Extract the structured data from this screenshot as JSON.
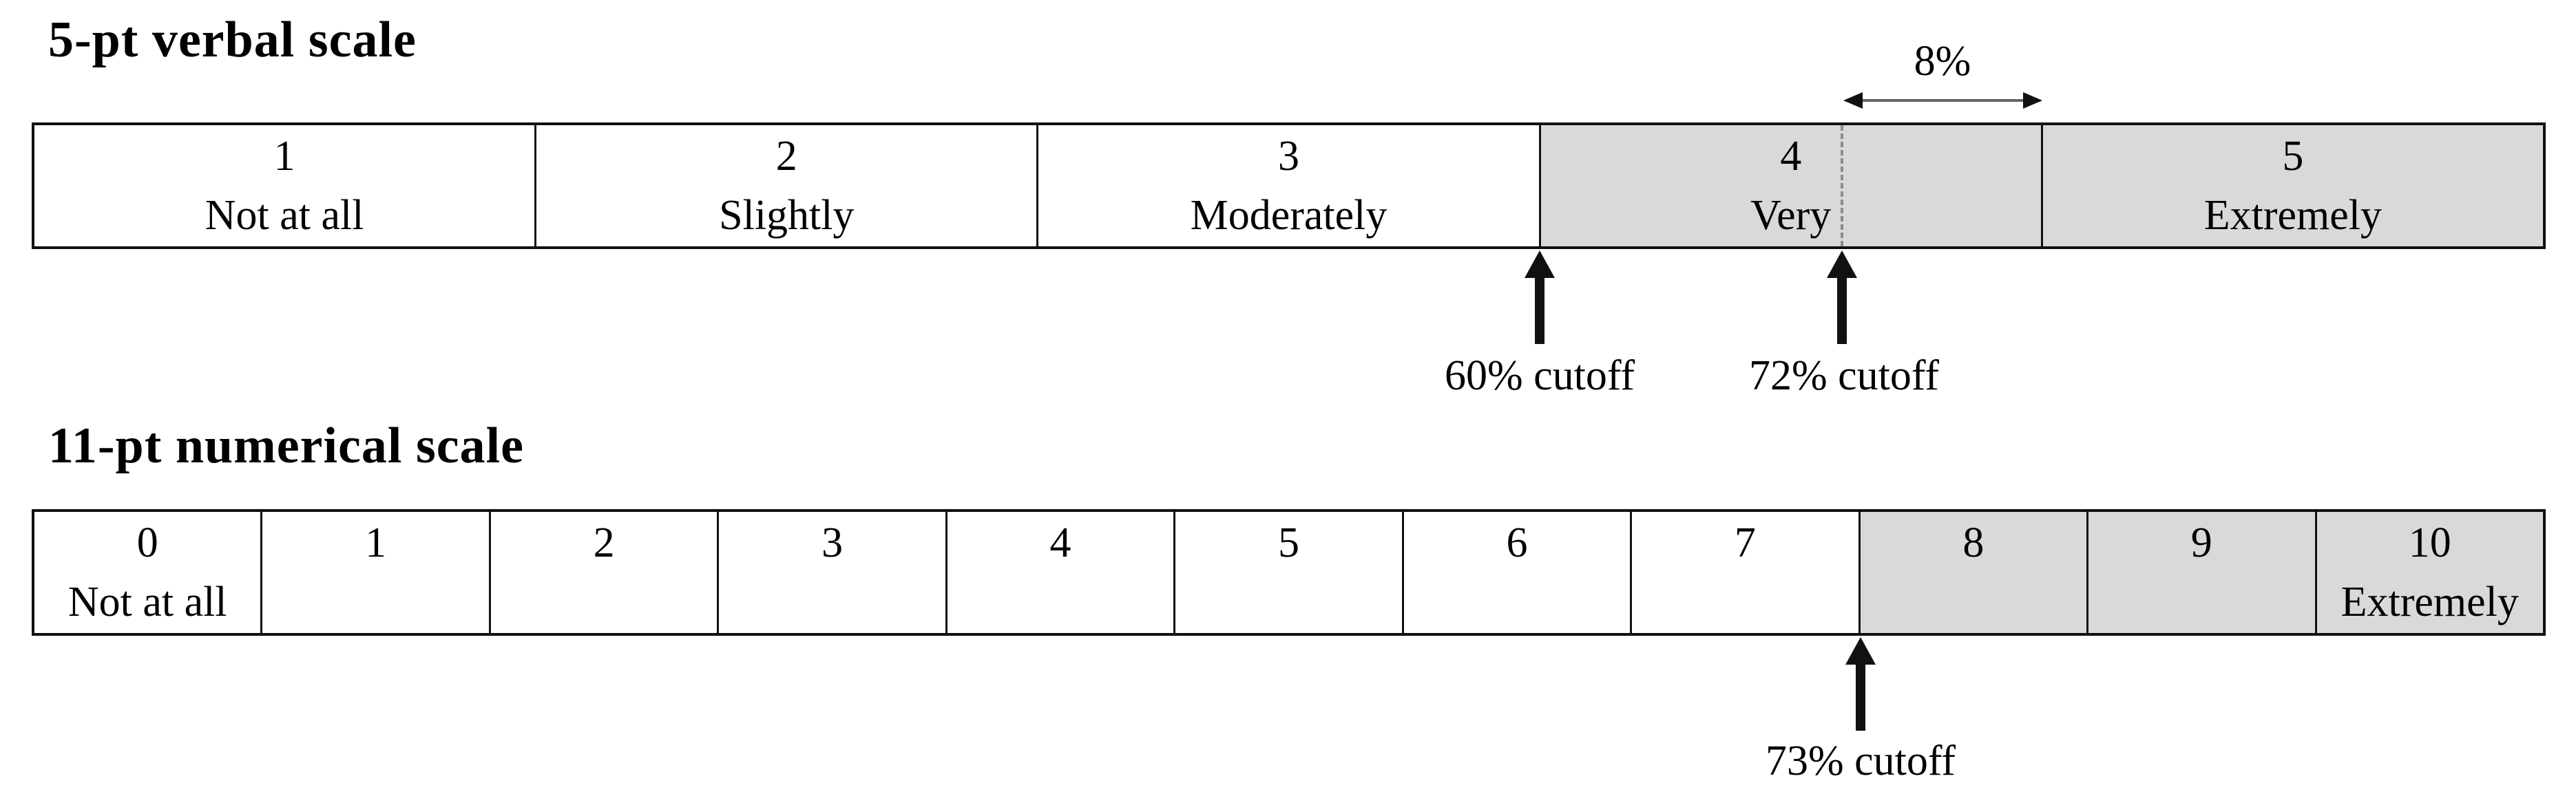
{
  "figure": {
    "verbal_scale": {
      "title": "5-pt verbal scale",
      "cells": [
        {
          "value": "1",
          "label": "Not at all",
          "shaded": false
        },
        {
          "value": "2",
          "label": "Slightly",
          "shaded": false
        },
        {
          "value": "3",
          "label": "Moderately",
          "shaded": false
        },
        {
          "value": "4",
          "label": "Very",
          "shaded": true
        },
        {
          "value": "5",
          "label": "Extremely",
          "shaded": true
        }
      ],
      "range_width_label": "8%",
      "cutoff_labels": [
        "60% cutoff",
        "72% cutoff"
      ]
    },
    "numerical_scale": {
      "title": "11-pt numerical scale",
      "cells": [
        {
          "value": "0",
          "label": "Not at all",
          "shaded": false
        },
        {
          "value": "1",
          "shaded": false
        },
        {
          "value": "2",
          "shaded": false
        },
        {
          "value": "3",
          "shaded": false
        },
        {
          "value": "4",
          "shaded": false
        },
        {
          "value": "5",
          "shaded": false
        },
        {
          "value": "6",
          "shaded": false
        },
        {
          "value": "7",
          "shaded": false
        },
        {
          "value": "8",
          "shaded": true
        },
        {
          "value": "9",
          "shaded": true
        },
        {
          "value": "10",
          "label": "Extremely",
          "shaded": true
        }
      ],
      "cutoff_labels": [
        "73% cutoff"
      ]
    },
    "colors": {
      "shaded_cell": "#d9d9d9",
      "table_border": "#111111",
      "dashed_line": "#8c8c8c",
      "arrow": "#111111",
      "range_line": "#666666",
      "text": "#000000",
      "background": "#ffffff"
    }
  }
}
